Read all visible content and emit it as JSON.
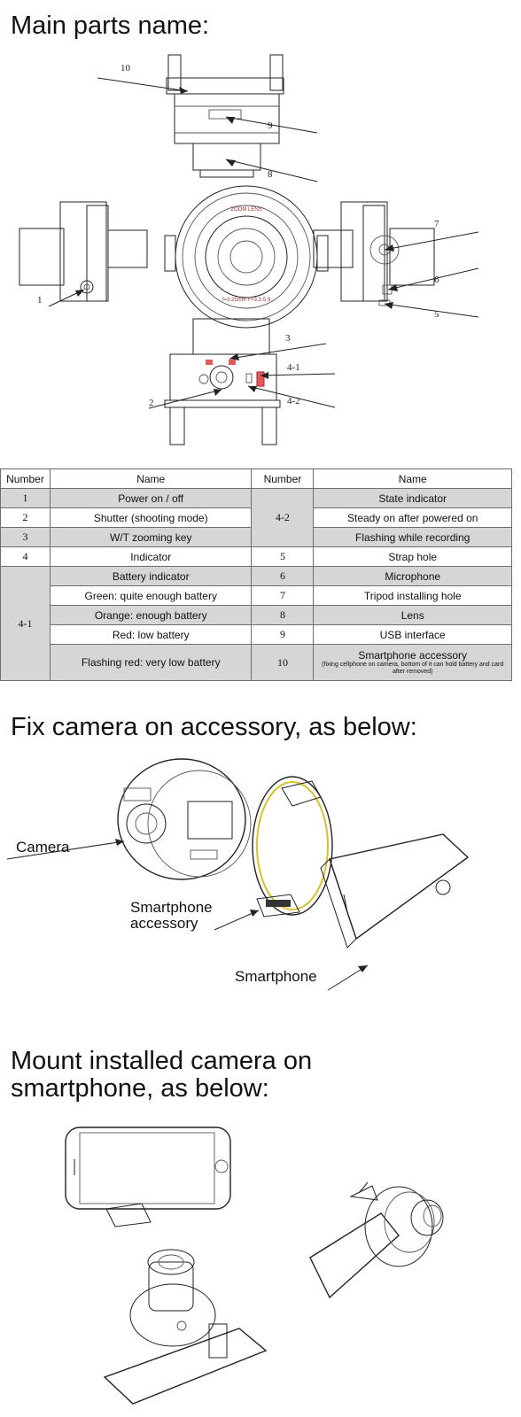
{
  "headings": {
    "main_parts": "Main parts name:",
    "fix_camera": "Fix camera on accessory, as below:",
    "mount_line1": "Mount installed camera on",
    "mount_line2": "smartphone, as below:"
  },
  "callouts": {
    "c10": "10",
    "c9": "9",
    "c8": "8",
    "c7": "7",
    "c6": "6",
    "c5": "5",
    "c1": "1",
    "c3": "3",
    "c41": "4-1",
    "c2": "2",
    "c42": "4-2"
  },
  "lens_text": {
    "top": "ZOOM LENS",
    "bottom": "f=3.25mm F=3.3-5.9"
  },
  "table": {
    "headers": [
      "Number",
      "Name",
      "Number",
      "Name"
    ],
    "rows": [
      {
        "n1": "1",
        "name1": "Power on / off",
        "name2": "State indicator"
      },
      {
        "n1": "2",
        "name1": "Shutter (shooting mode)",
        "n2": "4-2",
        "name2": "Steady on after powered on"
      },
      {
        "n1": "3",
        "name1": "W/T zooming key",
        "name2": "Flashing while recording"
      },
      {
        "n1": "4",
        "name1": "Indicator",
        "n2": "5",
        "name2": "Strap hole"
      },
      {
        "n1": "4-1",
        "name1": "Battery indicator",
        "n2": "6",
        "name2": "Microphone"
      },
      {
        "name1": "Green: quite enough battery",
        "n2": "7",
        "name2": "Tripod installing hole"
      },
      {
        "name1": "Orange: enough battery",
        "n2": "8",
        "name2": "Lens"
      },
      {
        "name1": "Red: low battery",
        "n2": "9",
        "name2": "USB interface"
      },
      {
        "name1": "Flashing red: very low battery",
        "n2": "10",
        "name2": "Smartphone accessory",
        "note": "(fixing cellphone on camera, bottom of it can hold battery and card after removed)"
      }
    ]
  },
  "labels": {
    "camera": "Camera",
    "accessory_line1": "Smartphone",
    "accessory_line2": "accessory",
    "smartphone": "Smartphone"
  }
}
